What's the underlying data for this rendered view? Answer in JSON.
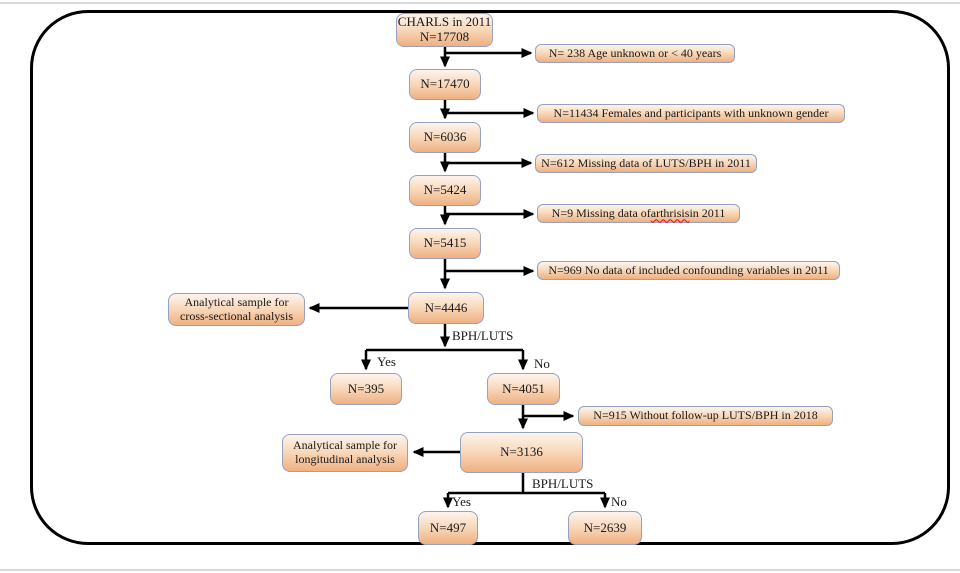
{
  "diagram": {
    "nodes": {
      "charls": {
        "line1": "CHARLS in 2011",
        "line2": "N=17708"
      },
      "n17470": {
        "label": "N=17470"
      },
      "n6036": {
        "label": "N=6036"
      },
      "n5424": {
        "label": "N=5424"
      },
      "n5415": {
        "label": "N=5415"
      },
      "n4446": {
        "label": "N=4446"
      },
      "cross_sectional": {
        "line1": "Analytical sample for",
        "line2": "cross-sectional analysis"
      },
      "n395": {
        "label": "N=395"
      },
      "n4051": {
        "label": "N=4051"
      },
      "n3136": {
        "label": "N=3136"
      },
      "longitudinal": {
        "line1": "Analytical sample for",
        "line2": "longitudinal analysis"
      },
      "n497": {
        "label": "N=497"
      },
      "n2639": {
        "label": "N=2639"
      }
    },
    "exclusions": {
      "age": "N= 238 Age unknown or < 40 years",
      "gender": "N=11434 Females and participants with unknown gender",
      "luts2011": "N=612 Missing data of LUTS/BPH in 2011",
      "arthritis_pre": "N=9 Missing data of ",
      "arthritis_word": "arthrisis",
      "arthritis_post": " in 2011",
      "confounding": "N=969 No data of included confounding variables in 2011",
      "followup": "N=915 Without follow-up LUTS/BPH in 2018"
    },
    "branch_labels": {
      "bphluts1": "BPH/LUTS",
      "yes1": "Yes",
      "no1": "No",
      "bphluts2": "BPH/LUTS",
      "yes2": "Yes",
      "no2": "No"
    },
    "colors": {
      "box_fill_top": "#fdf4ec",
      "box_fill_bottom": "#efb081",
      "box_border": "#96a2c2",
      "arrow": "#000000",
      "frame_border": "#000000",
      "page_rule": "#d9d9d9",
      "misspell_underline": "#ff0000"
    }
  }
}
